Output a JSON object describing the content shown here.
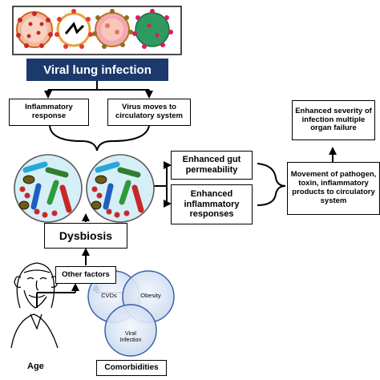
{
  "title": "Viral lung infection",
  "boxes": {
    "inflammatory": "Inflammatory\nresponse",
    "virus_moves": "Virus moves to\ncirculatory  system",
    "gut": "Enhanced gut\npermeability",
    "inflam_resp": "Enhanced\ninflammatory\nresponses",
    "movement": "Movement of pathogen,\ntoxin, inflammatory\nproducts to circulatory\nsystem",
    "severity": "Enhanced severity of\ninfection multiple\norgan failure",
    "dysbiosis": "Dysbiosis",
    "other": "Other factors"
  },
  "captions": {
    "age": "Age",
    "comorbidities": "Comorbidities"
  },
  "venn": {
    "cvd": "CVDs",
    "obesity": "Obesity",
    "viral": "Viral\nInfection"
  },
  "colors": {
    "title_bg": "#1b3a6b",
    "venn_fill": "#c7d7ee",
    "venn_stroke": "#3a63a8"
  },
  "icons": [
    "coronavirus-red-icon",
    "coronavirus-rna-icon",
    "coronavirus-pink-icon",
    "coronavirus-green-icon",
    "gut-microbiota-icon",
    "elderly-man-icon"
  ]
}
